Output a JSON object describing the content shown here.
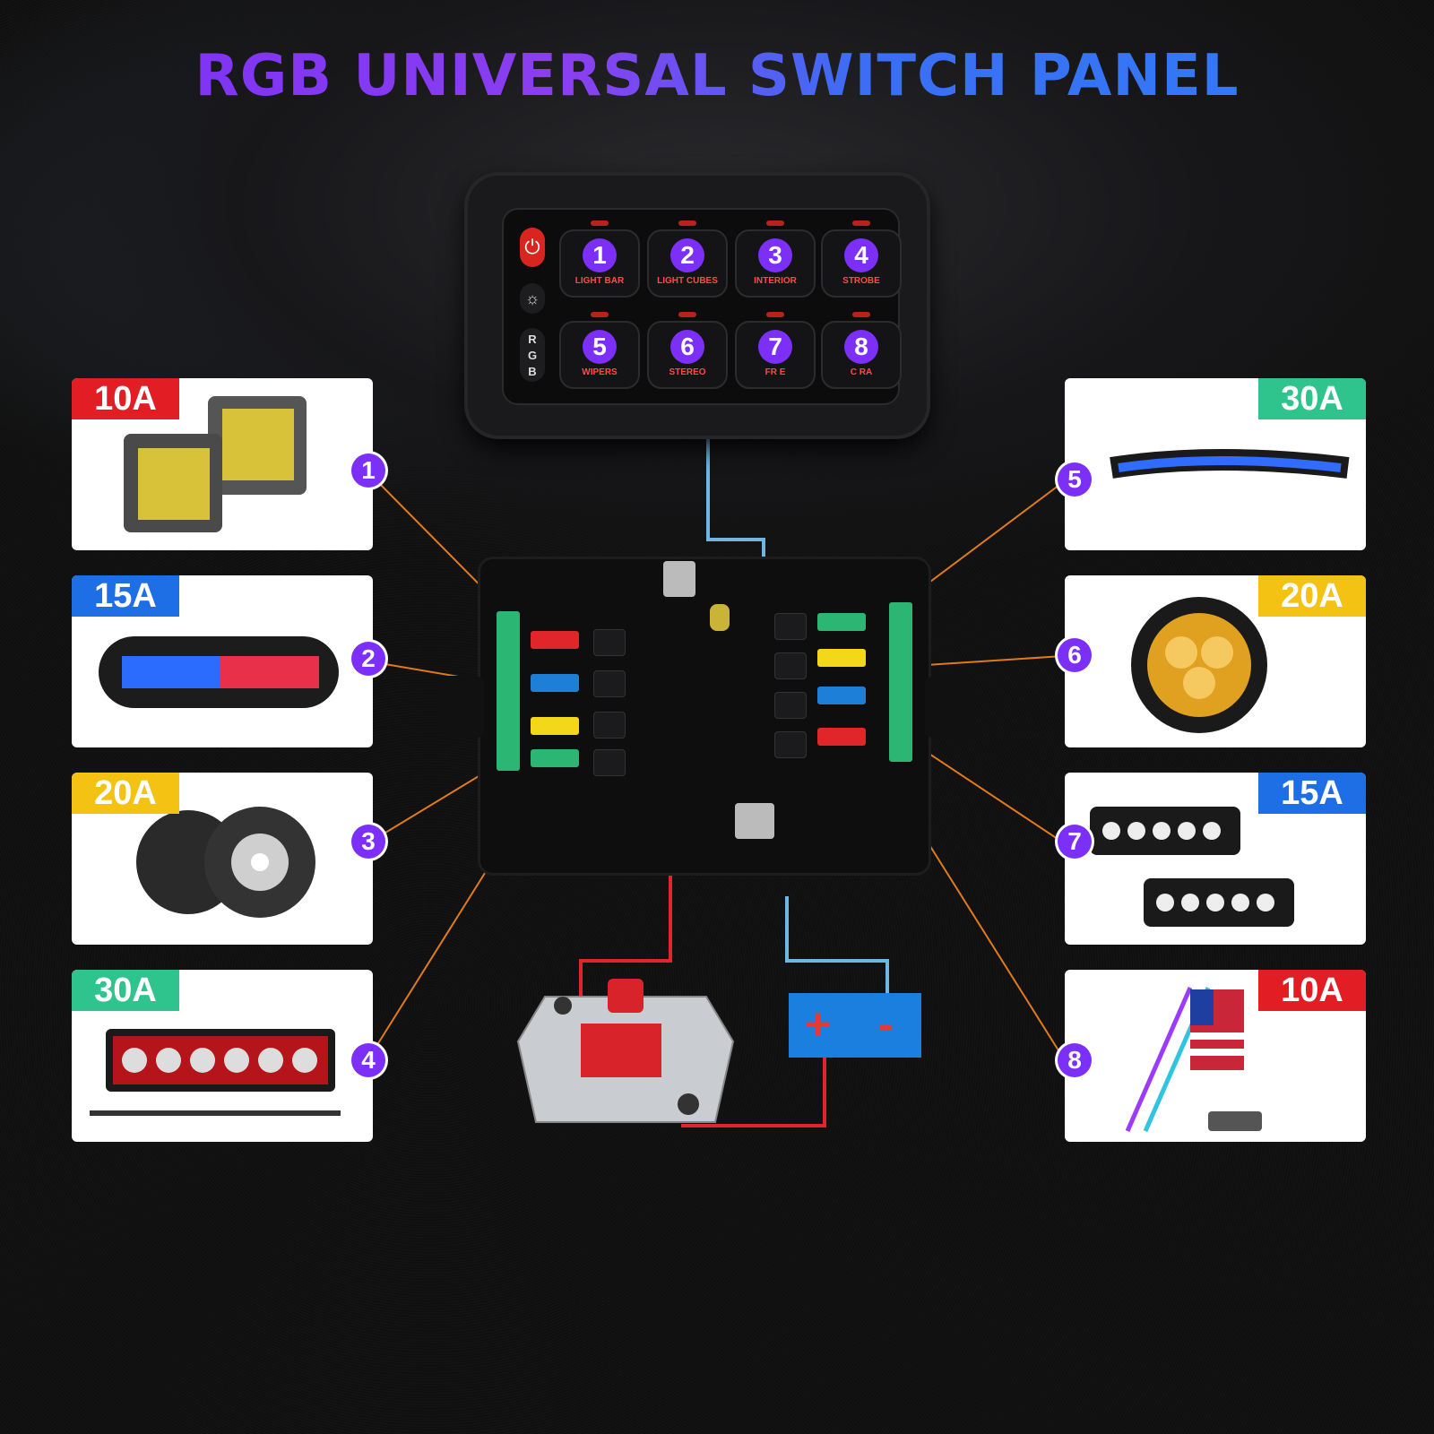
{
  "title": "RGB UNIVERSAL SWITCH PANEL",
  "panel": {
    "side_buttons": [
      "R\nG\nB"
    ],
    "switches": [
      {
        "num": "1",
        "label": "LIGHT BAR"
      },
      {
        "num": "2",
        "label": "LIGHT CUBES"
      },
      {
        "num": "3",
        "label": "INTERIOR"
      },
      {
        "num": "4",
        "label": "STROBE"
      },
      {
        "num": "5",
        "label": "WIPERS"
      },
      {
        "num": "6",
        "label": "STEREO"
      },
      {
        "num": "7",
        "label": "FR  E"
      },
      {
        "num": "8",
        "label": "C   RA"
      }
    ]
  },
  "cards": {
    "left": [
      {
        "amp": "10A",
        "amp_color": "#e21d24",
        "callout": "1",
        "product": "cube-lights"
      },
      {
        "amp": "15A",
        "amp_color": "#1e6ee6",
        "callout": "2",
        "product": "strobe-bar"
      },
      {
        "amp": "20A",
        "amp_color": "#f3c212",
        "callout": "3",
        "product": "round-pods"
      },
      {
        "amp": "30A",
        "amp_color": "#2fc48e",
        "callout": "4",
        "product": "light-bar-red"
      }
    ],
    "right": [
      {
        "amp": "30A",
        "amp_color": "#2fc48e",
        "callout": "5",
        "product": "curved-light-bar"
      },
      {
        "amp": "20A",
        "amp_color": "#f3c212",
        "callout": "6",
        "product": "round-amber-light"
      },
      {
        "amp": "15A",
        "amp_color": "#1e6ee6",
        "callout": "7",
        "product": "work-lights"
      },
      {
        "amp": "10A",
        "amp_color": "#e21d24",
        "callout": "8",
        "product": "whip-lights"
      }
    ]
  },
  "battery": {
    "plus": "+",
    "minus": "-"
  },
  "colors": {
    "accent_purple": "#7b2ff7",
    "wire_orange": "#e07a1c",
    "wire_blue": "#6fb7e0",
    "wire_red": "#e0262a"
  }
}
